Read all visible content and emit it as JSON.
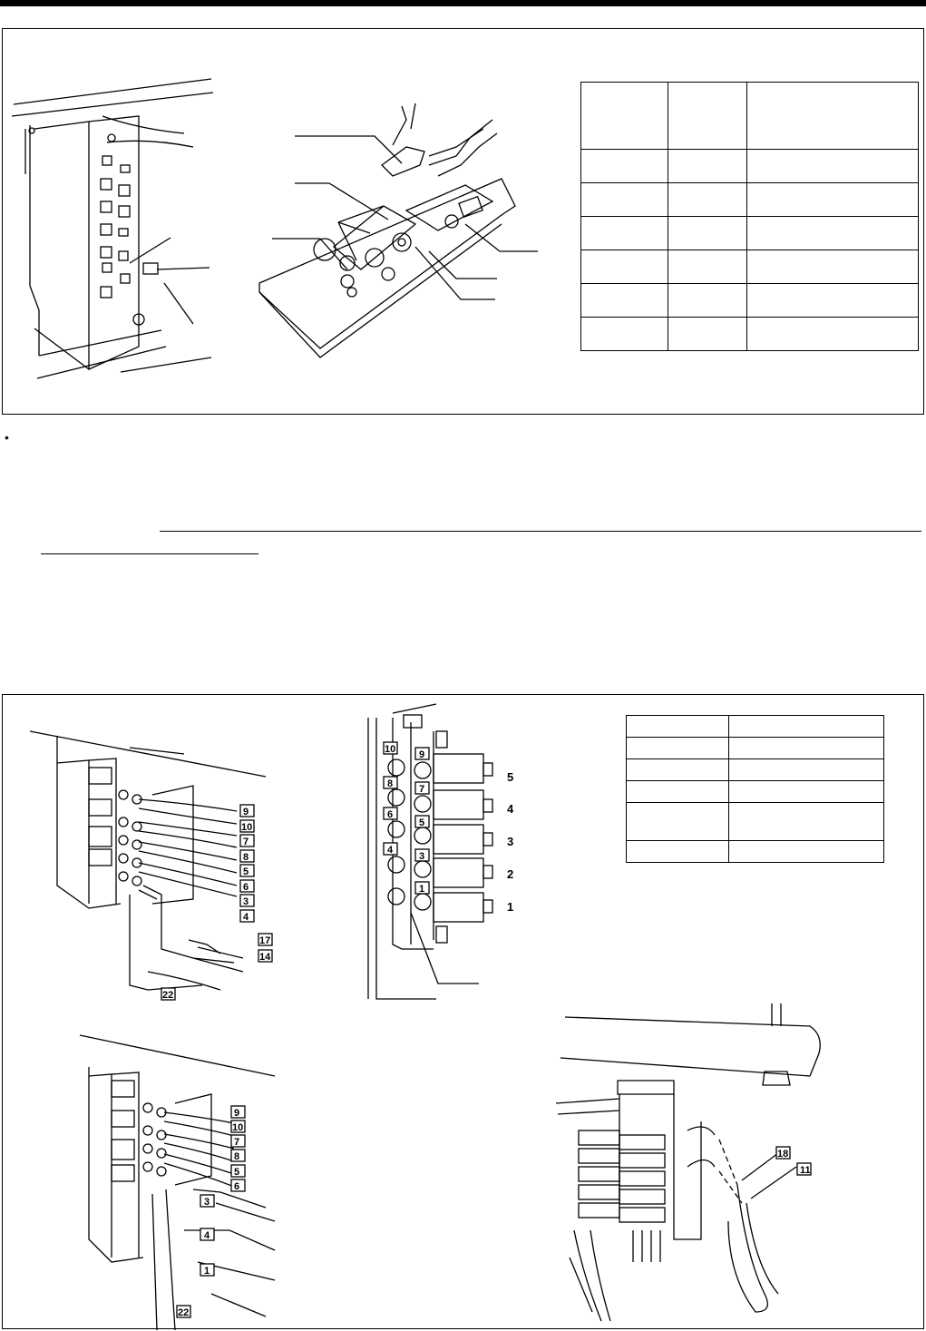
{
  "page": {
    "bullet": "•"
  },
  "fig_top": {
    "table_rows": 7
  },
  "fig_bottom": {
    "manifold_left_tags": [
      "9",
      "10",
      "7",
      "8",
      "5",
      "6",
      "3",
      "4"
    ],
    "manifold_lower_tags": [
      "17",
      "14",
      "22"
    ],
    "manifold2_left_tags": [
      "9",
      "10",
      "7",
      "8",
      "5",
      "6"
    ],
    "manifold2_lower_tags": [
      "3",
      "4",
      "1",
      "22"
    ],
    "port_left_numbers": [
      "10",
      "8",
      "6",
      "4"
    ],
    "port_right_numbers": [
      "9",
      "7",
      "5",
      "3",
      "1"
    ],
    "valve_numbers": [
      "5",
      "4",
      "3",
      "2",
      "1"
    ],
    "hose_tags": [
      "18",
      "11"
    ]
  },
  "icons": [
    "connector-icon",
    "plug-icon",
    "pliers-icon",
    "screw-icon",
    "valve-icon",
    "hose-icon"
  ]
}
